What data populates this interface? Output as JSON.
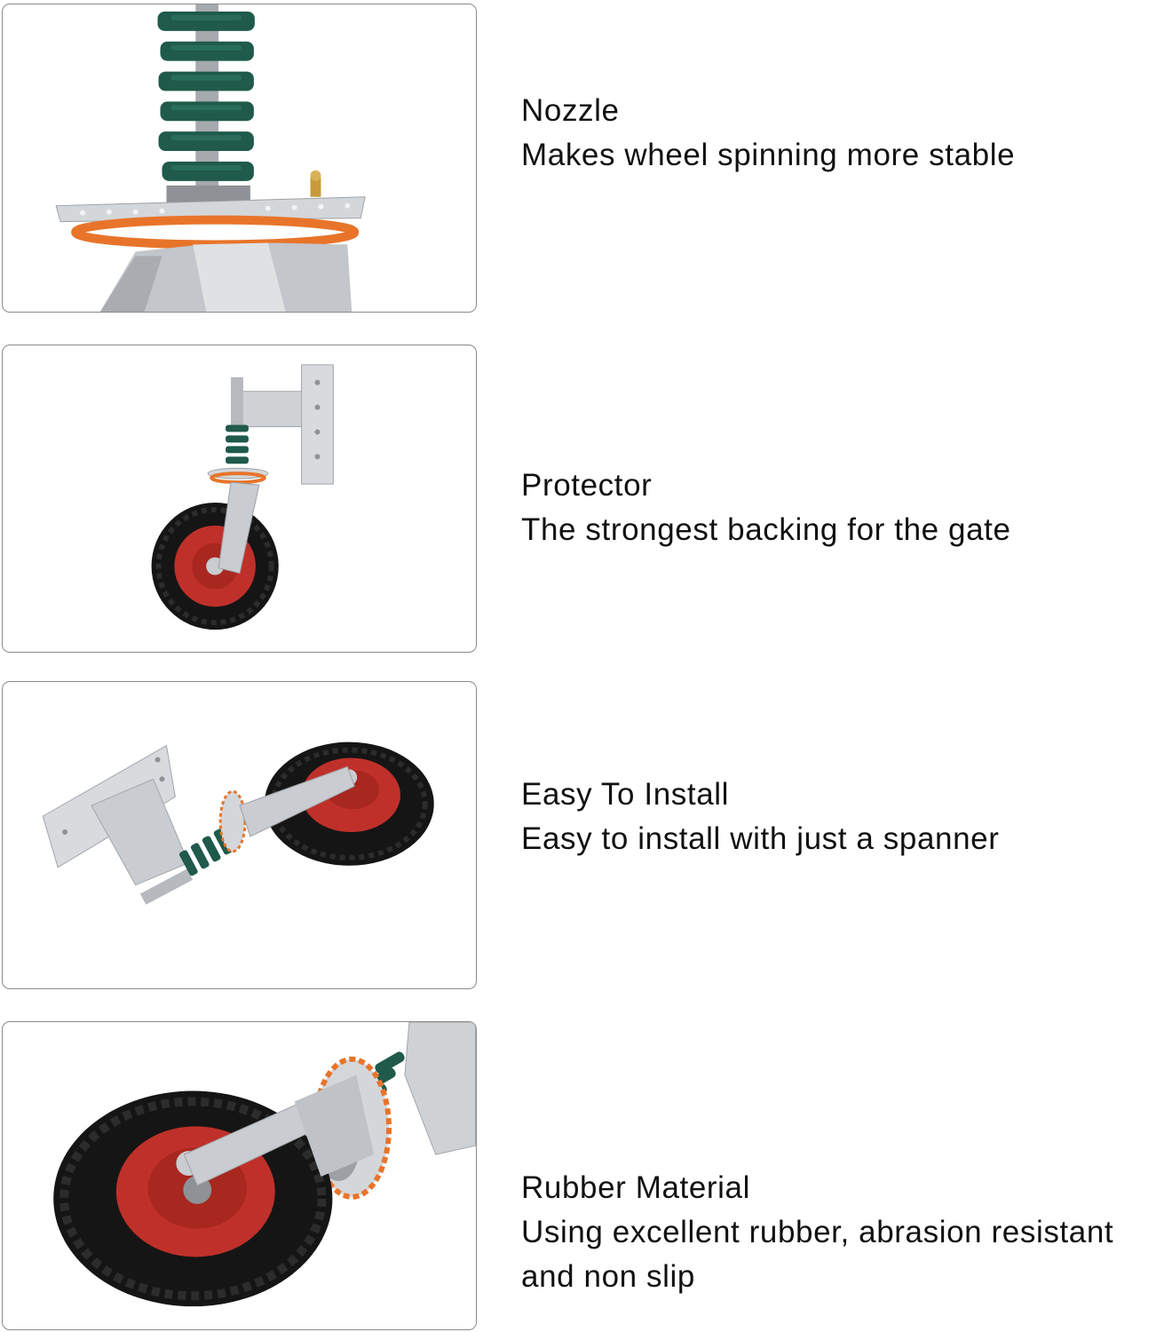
{
  "features": [
    {
      "title": "Nozzle",
      "description": "Makes wheel spinning more stable",
      "photo_icon": "spring-swivel-closeup-icon"
    },
    {
      "title": "Protector",
      "description": "The strongest backing for the gate",
      "photo_icon": "gate-wheel-side-icon"
    },
    {
      "title": "Easy To Install",
      "description": "Easy to install with just a spanner",
      "photo_icon": "gate-wheel-lying-icon"
    },
    {
      "title": "Rubber Material",
      "description": "Using excellent rubber, abrasion resistant and non slip",
      "photo_icon": "rubber-wheel-closeup-icon"
    }
  ],
  "colors": {
    "spring": "#1f5a4a",
    "rim": "#c0302a",
    "tire": "#151515",
    "steel": "#c9ccd0",
    "ring": "#e8742a",
    "border": "#8a8a8a"
  }
}
